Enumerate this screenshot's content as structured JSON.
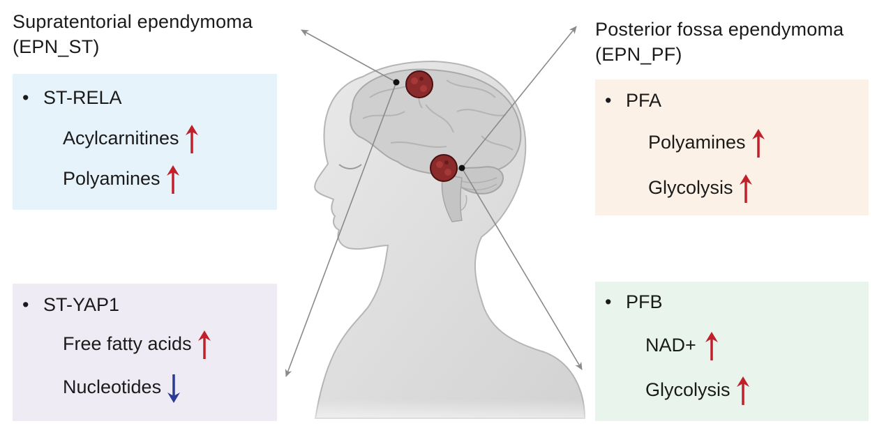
{
  "left": {
    "title_line1": "Supratentorial ependymoma",
    "title_line2": "(EPN_ST)",
    "groups": [
      {
        "name": "ST-RELA",
        "items": [
          {
            "label": "Acylcarnitines",
            "direction": "up"
          },
          {
            "label": "Polyamines",
            "direction": "up"
          }
        ]
      },
      {
        "name": "ST-YAP1",
        "items": [
          {
            "label": "Free fatty acids",
            "direction": "up"
          },
          {
            "label": "Nucleotides",
            "direction": "down"
          }
        ]
      }
    ]
  },
  "right": {
    "title_line1": "Posterior fossa ependymoma",
    "title_line2": "(EPN_PF)",
    "groups": [
      {
        "name": "PFA",
        "items": [
          {
            "label": "Polyamines",
            "direction": "up"
          },
          {
            "label": "Glycolysis",
            "direction": "up"
          }
        ]
      },
      {
        "name": "PFB",
        "items": [
          {
            "label": "NAD+",
            "direction": "up"
          },
          {
            "label": "Glycolysis",
            "direction": "up"
          }
        ]
      }
    ]
  },
  "bullet": "•",
  "colors": {
    "up_arrow": "#c0202a",
    "down_arrow": "#2b3a93",
    "box_st_rela": "#e7f3fa",
    "box_st_yap1": "#efebf4",
    "box_pfa": "#fcf1e6",
    "box_pfb": "#e8f4ec",
    "pointer": "#8a8a8a",
    "tumor": "#8b2a2a"
  }
}
